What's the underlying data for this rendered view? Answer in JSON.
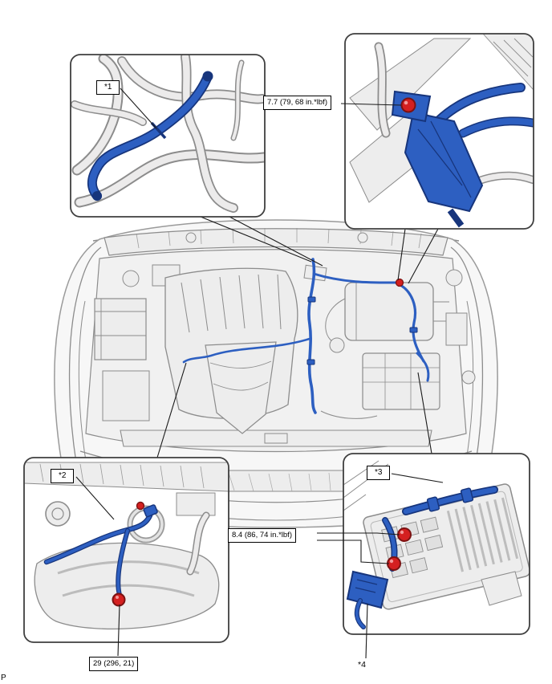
{
  "page": {
    "marker": "P"
  },
  "labels": {
    "callout_1": "*1",
    "callout_2": "*2",
    "callout_3": "*3",
    "callout_4": "*4",
    "torque_spec_1": "7.7 (79, 68 in.*lbf)",
    "torque_spec_2": "29 (296, 21)",
    "torque_spec_3": "8.4 (86, 74 in.*lbf)"
  },
  "colors": {
    "highlight_blue": "#2d5fc1",
    "highlight_blue_dark": "#17357c",
    "fastener_red": "#d42020",
    "fastener_red_dark": "#7c1212",
    "line_art_gray": "#8c8c8c",
    "part_fill_gray": "#ededed",
    "frame_border": "#3f3f3f",
    "leader_line": "#1a1a1a"
  }
}
